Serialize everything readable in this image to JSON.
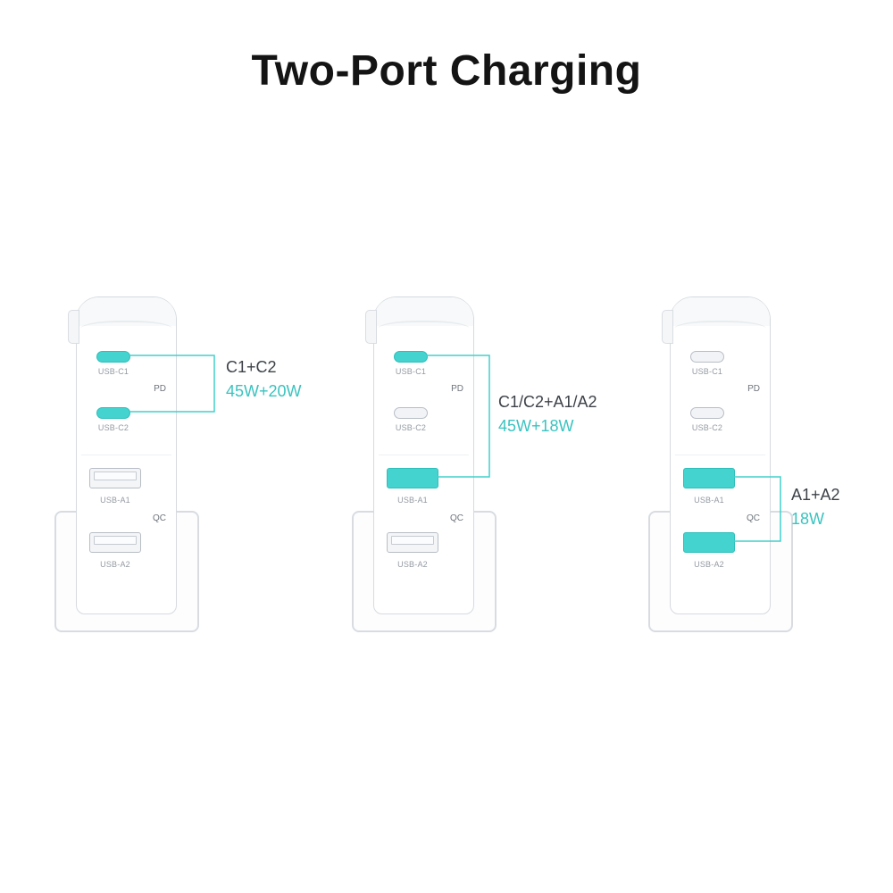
{
  "title": "Two-Port Charging",
  "colors": {
    "accent": "#41d0cb",
    "text_dark": "#3d4248"
  },
  "chargers": [
    {
      "pd": "PD",
      "qc": "QC",
      "ports": {
        "c1": {
          "label": "USB-C1",
          "highlighted": true
        },
        "c2": {
          "label": "USB-C2",
          "highlighted": true
        },
        "a1": {
          "label": "USB-A1",
          "highlighted": false
        },
        "a2": {
          "label": "USB-A2",
          "highlighted": false
        }
      },
      "callout": {
        "combo": "C1+C2",
        "power": "45W+20W"
      }
    },
    {
      "pd": "PD",
      "qc": "QC",
      "ports": {
        "c1": {
          "label": "USB-C1",
          "highlighted": true
        },
        "c2": {
          "label": "USB-C2",
          "highlighted": false
        },
        "a1": {
          "label": "USB-A1",
          "highlighted": true
        },
        "a2": {
          "label": "USB-A2",
          "highlighted": false
        }
      },
      "callout": {
        "combo": "C1/C2+A1/A2",
        "power": "45W+18W"
      }
    },
    {
      "pd": "PD",
      "qc": "QC",
      "ports": {
        "c1": {
          "label": "USB-C1",
          "highlighted": false
        },
        "c2": {
          "label": "USB-C2",
          "highlighted": false
        },
        "a1": {
          "label": "USB-A1",
          "highlighted": true
        },
        "a2": {
          "label": "USB-A2",
          "highlighted": true
        }
      },
      "callout": {
        "combo": "A1+A2",
        "power": "18W"
      }
    }
  ]
}
